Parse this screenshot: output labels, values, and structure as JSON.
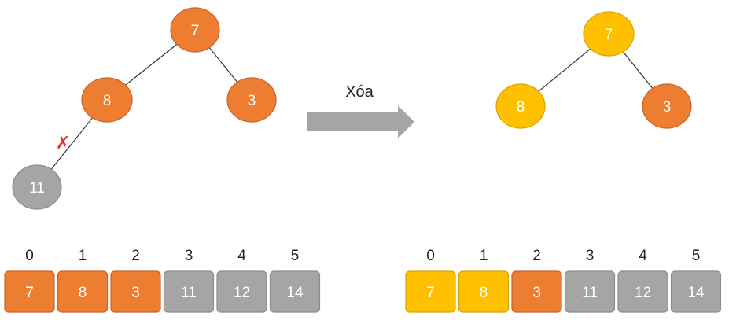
{
  "colors": {
    "orange": "#ED7D31",
    "orange_stroke": "#C9652A",
    "yellow": "#FFC000",
    "yellow_stroke": "#D9A400",
    "gray": "#A5A5A5",
    "gray_stroke": "#8C8C8C",
    "edge": "#333333",
    "arrow": "#A5A5A5",
    "delete_mark": "#E03030"
  },
  "action": {
    "label": "Xóa",
    "icon": "right-arrow-icon"
  },
  "delete_mark": {
    "icon": "delete-x-icon",
    "glyph": "✗"
  },
  "before": {
    "nodes": [
      {
        "id": "root",
        "label": "7",
        "color": "orange"
      },
      {
        "id": "left",
        "label": "8",
        "color": "orange"
      },
      {
        "id": "right",
        "label": "3",
        "color": "orange"
      },
      {
        "id": "leftleft",
        "label": "11",
        "color": "gray"
      }
    ],
    "array": {
      "indices": [
        "0",
        "1",
        "2",
        "3",
        "4",
        "5"
      ],
      "cells": [
        {
          "value": "7",
          "color": "orange"
        },
        {
          "value": "8",
          "color": "orange"
        },
        {
          "value": "3",
          "color": "orange"
        },
        {
          "value": "11",
          "color": "gray"
        },
        {
          "value": "12",
          "color": "gray"
        },
        {
          "value": "14",
          "color": "gray"
        }
      ]
    }
  },
  "after": {
    "nodes": [
      {
        "id": "root",
        "label": "7",
        "color": "yellow"
      },
      {
        "id": "left",
        "label": "8",
        "color": "yellow"
      },
      {
        "id": "right",
        "label": "3",
        "color": "orange"
      }
    ],
    "array": {
      "indices": [
        "0",
        "1",
        "2",
        "3",
        "4",
        "5"
      ],
      "cells": [
        {
          "value": "7",
          "color": "yellow"
        },
        {
          "value": "8",
          "color": "yellow"
        },
        {
          "value": "3",
          "color": "orange"
        },
        {
          "value": "11",
          "color": "gray"
        },
        {
          "value": "12",
          "color": "gray"
        },
        {
          "value": "14",
          "color": "gray"
        }
      ]
    }
  }
}
